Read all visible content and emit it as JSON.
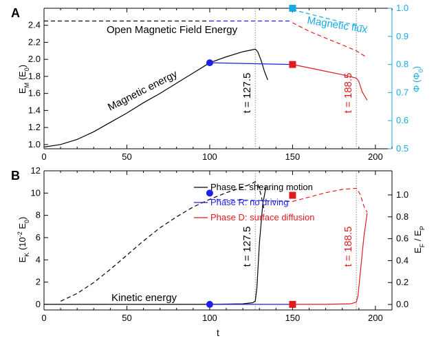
{
  "chart_data": [
    {
      "panel_label": "A",
      "type": "line",
      "xlabel": "",
      "ylabel_left": "E_M (E_0)",
      "ylabel_right": "Φ (Φ_0)",
      "xlim": [
        0,
        210
      ],
      "ylim_left": [
        0.95,
        2.6
      ],
      "ylim_right": [
        0.5,
        1.0
      ],
      "xticks": [
        0,
        50,
        100,
        150,
        200
      ],
      "yticks_left": [
        1.0,
        1.2,
        1.4,
        1.6,
        1.8,
        2.0,
        2.2,
        2.4
      ],
      "yticks_right": [
        0.5,
        0.6,
        0.7,
        0.8,
        0.9,
        1.0
      ],
      "right_axis_color": "#17a9e3",
      "series": [
        {
          "label": "Magnetic energy",
          "axis": "left",
          "phase": "E",
          "color": "#000000",
          "style": "solid",
          "x": [
            0,
            10,
            20,
            30,
            40,
            50,
            60,
            70,
            80,
            90,
            100,
            110,
            120,
            125,
            127.5,
            129,
            131,
            133,
            135
          ],
          "y": [
            0.97,
            1.0,
            1.06,
            1.15,
            1.26,
            1.37,
            1.49,
            1.6,
            1.72,
            1.84,
            1.96,
            2.03,
            2.09,
            2.11,
            2.12,
            2.09,
            1.99,
            1.86,
            1.76
          ]
        },
        {
          "label": "Magnetic energy",
          "axis": "left",
          "phase": "R",
          "color": "#1f1fe6",
          "style": "solid",
          "x": [
            100,
            125,
            150
          ],
          "y": [
            1.96,
            1.95,
            1.94
          ]
        },
        {
          "label": "Magnetic energy",
          "axis": "left",
          "phase": "D",
          "color": "#e31a1c",
          "style": "solid",
          "x": [
            150,
            160,
            170,
            180,
            188.5,
            190,
            192,
            195
          ],
          "y": [
            1.94,
            1.9,
            1.86,
            1.82,
            1.78,
            1.74,
            1.62,
            1.52
          ]
        },
        {
          "label": "Open Magnetic Field Energy",
          "axis": "left",
          "phase": "E",
          "color": "#000000",
          "style": "dashed",
          "x": [
            0,
            50,
            100
          ],
          "y": [
            2.45,
            2.45,
            2.45
          ]
        },
        {
          "label": "Open Magnetic Field Energy",
          "axis": "left",
          "phase": "R",
          "color": "#1f1fe6",
          "style": "dashed",
          "x": [
            100,
            125,
            150
          ],
          "y": [
            2.45,
            2.45,
            2.45
          ]
        },
        {
          "label": "Open Magnetic Field Energy",
          "axis": "left",
          "phase": "D",
          "color": "#e31a1c",
          "style": "dashed",
          "x": [
            150,
            160,
            170,
            180,
            188.5,
            195
          ],
          "y": [
            2.43,
            2.33,
            2.25,
            2.17,
            2.1,
            2.02
          ]
        },
        {
          "label": "Magnetic flux",
          "axis": "right",
          "color": "#17a9e3",
          "style": "dashed",
          "x": [
            150,
            160,
            170,
            180,
            188.5,
            195
          ],
          "y": [
            0.995,
            0.98,
            0.965,
            0.95,
            0.94,
            0.935
          ]
        }
      ],
      "markers": [
        {
          "x": 100,
          "y": 1.96,
          "axis": "left",
          "shape": "circle",
          "color": "#1f1fe6"
        },
        {
          "x": 150,
          "y": 1.94,
          "axis": "left",
          "shape": "square",
          "color": "#e31a1c"
        },
        {
          "x": 150,
          "y": 1.0,
          "axis": "right",
          "shape": "square",
          "color": "#17a9e3"
        }
      ],
      "vlines": [
        {
          "x": 127.5,
          "label": "t = 127.5",
          "color": "#000000"
        },
        {
          "x": 188.5,
          "label": "t = 188.5",
          "color": "#e31a1c"
        }
      ],
      "annotations": {
        "open_field": "Open Magnetic Field Energy",
        "magnetic_energy": "Magnetic energy",
        "magnetic_flux": "Magnetic flux"
      }
    },
    {
      "panel_label": "B",
      "type": "line",
      "xlabel": "t",
      "ylabel_left": "E_K (10^-2 E_0)",
      "ylabel_right": "E_F / E_P",
      "xlim": [
        0,
        210
      ],
      "ylim_left": [
        -0.5,
        12
      ],
      "ylim_right": [
        -0.05,
        1.22
      ],
      "xticks": [
        0,
        50,
        100,
        150,
        200
      ],
      "yticks_left": [
        0,
        2,
        4,
        6,
        8,
        10,
        12
      ],
      "yticks_right": [
        0.0,
        0.2,
        0.4,
        0.6,
        0.8,
        1.0
      ],
      "legend_position": "top-left",
      "legend": [
        {
          "label": "Phase E: shearing motion",
          "color": "#000000"
        },
        {
          "label": "Phase R: no driving",
          "color": "#1f1fe6"
        },
        {
          "label": "Phase D: surface diffusion",
          "color": "#e31a1c"
        }
      ],
      "series": [
        {
          "label": "Kinetic energy",
          "axis": "left",
          "phase": "E",
          "color": "#000000",
          "style": "solid",
          "x": [
            0,
            50,
            100,
            120,
            126,
            127.5,
            128.5,
            130,
            132,
            134
          ],
          "y": [
            0,
            0,
            0,
            0.05,
            0.15,
            0.3,
            1.5,
            5.5,
            9.0,
            10.6
          ]
        },
        {
          "label": "Kinetic energy",
          "axis": "left",
          "phase": "R",
          "color": "#1f1fe6",
          "style": "solid",
          "x": [
            100,
            150
          ],
          "y": [
            0,
            0
          ]
        },
        {
          "label": "Kinetic energy",
          "axis": "left",
          "phase": "D",
          "color": "#e31a1c",
          "style": "solid",
          "x": [
            150,
            170,
            185,
            188.5,
            189.5,
            191,
            193,
            195
          ],
          "y": [
            0,
            0,
            0.05,
            0.2,
            0.8,
            3.0,
            6.0,
            8.2
          ]
        },
        {
          "label": "E_F / E_P",
          "axis": "right",
          "phase": "E",
          "color": "#000000",
          "style": "dashed",
          "x": [
            10,
            20,
            30,
            40,
            50,
            60,
            70,
            80,
            90,
            100,
            110,
            120,
            125,
            127.5,
            129,
            131,
            133
          ],
          "y": [
            0.03,
            0.1,
            0.2,
            0.32,
            0.45,
            0.58,
            0.7,
            0.8,
            0.89,
            0.96,
            1.02,
            1.07,
            1.1,
            1.12,
            1.1,
            1.0,
            0.85
          ]
        },
        {
          "label": "E_F / E_P",
          "axis": "right",
          "phase": "R",
          "color": "#1f1fe6",
          "style": "dashed",
          "x": [
            100,
            125,
            150
          ],
          "y": [
            0.96,
            0.95,
            0.94
          ]
        },
        {
          "label": "E_F / E_P",
          "axis": "right",
          "phase": "D",
          "color": "#e31a1c",
          "style": "dashed",
          "x": [
            150,
            160,
            170,
            180,
            188.5,
            191,
            193,
            195
          ],
          "y": [
            0.94,
            0.98,
            1.02,
            1.05,
            1.06,
            1.0,
            0.9,
            0.84
          ]
        }
      ],
      "markers": [
        {
          "x": 100,
          "y": 10.0,
          "axis": "left",
          "shape": "circle",
          "color": "#1f1fe6"
        },
        {
          "x": 100,
          "y": 0,
          "axis": "left",
          "shape": "circle",
          "color": "#1f1fe6"
        },
        {
          "x": 150,
          "y": 9.8,
          "axis": "left",
          "shape": "square",
          "color": "#e31a1c"
        },
        {
          "x": 150,
          "y": 0,
          "axis": "left",
          "shape": "square",
          "color": "#e31a1c"
        }
      ],
      "vlines": [
        {
          "x": 127.5,
          "label": "t = 127.5",
          "color": "#000000"
        },
        {
          "x": 188.5,
          "label": "t = 188.5",
          "color": "#e31a1c"
        }
      ],
      "annotations": {
        "kinetic_energy": "Kinetic energy"
      }
    }
  ]
}
